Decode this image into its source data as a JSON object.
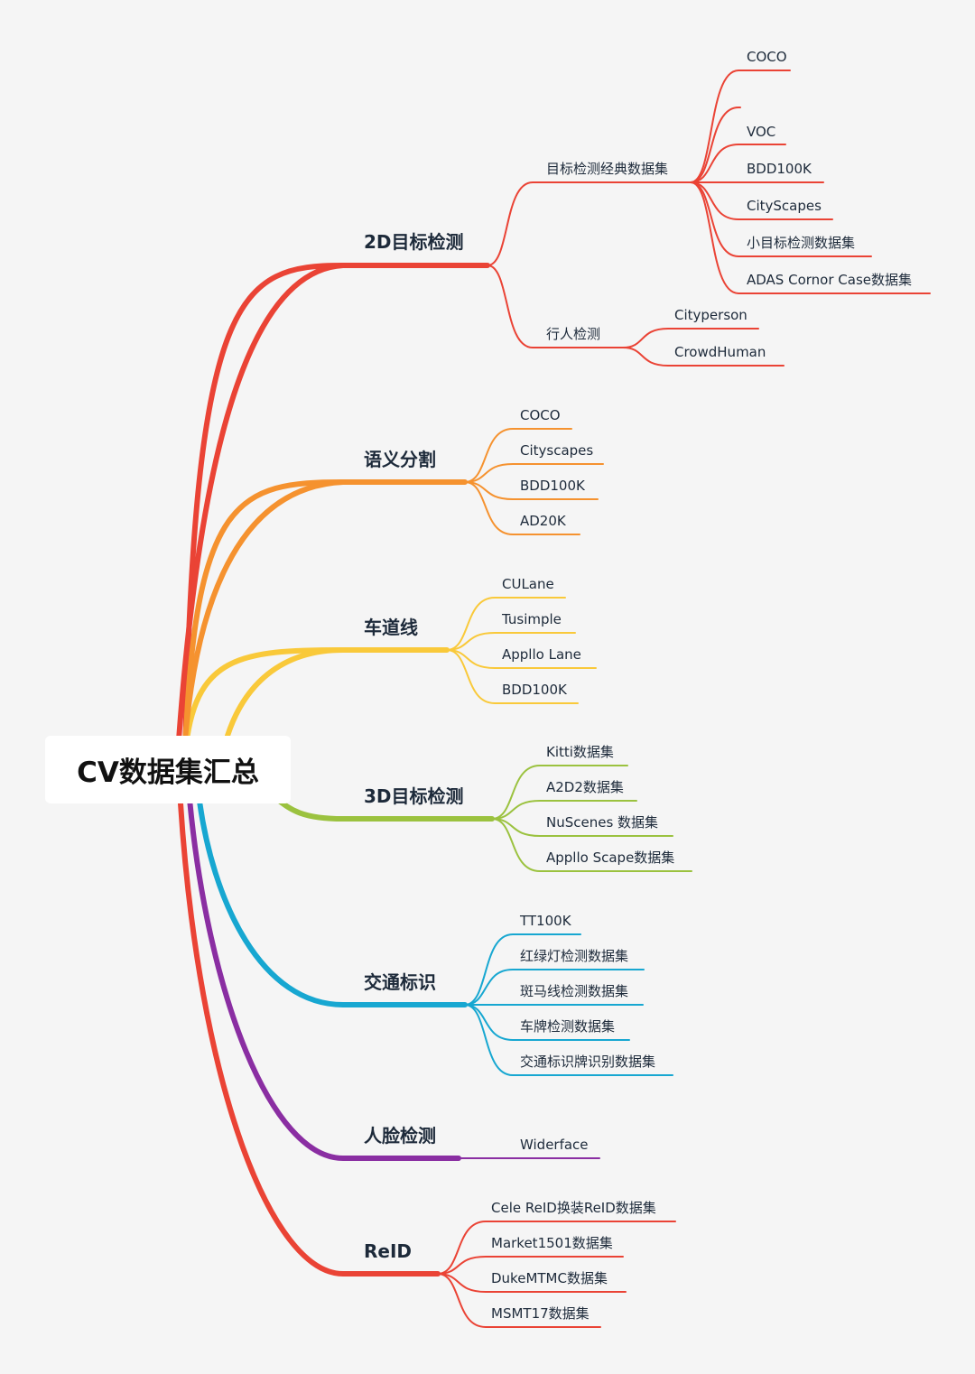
{
  "root": {
    "title": "CV数据集汇总"
  },
  "branches": [
    {
      "title": "2D目标检测",
      "color": "#ea4335",
      "groups": [
        {
          "title": "目标检测经典数据集",
          "items": [
            "COCO",
            "",
            "VOC",
            "BDD100K",
            "CityScapes",
            "小目标检测数据集",
            "ADAS Cornor Case数据集"
          ]
        },
        {
          "title": "行人检测",
          "items": [
            "Cityperson",
            "CrowdHuman"
          ]
        }
      ]
    },
    {
      "title": "语义分割",
      "color": "#f5922f",
      "items": [
        "COCO",
        "Cityscapes",
        "BDD100K",
        "AD20K"
      ]
    },
    {
      "title": "车道线",
      "color": "#f9c93a",
      "items": [
        "CULane",
        "Tusimple",
        "Appllo Lane",
        "BDD100K"
      ]
    },
    {
      "title": "3D目标检测",
      "color": "#9bc23f",
      "items": [
        "Kitti数据集",
        "A2D2数据集",
        "NuScenes 数据集",
        "Appllo Scape数据集"
      ]
    },
    {
      "title": "交通标识",
      "color": "#17a7d1",
      "items": [
        "TT100K",
        "红绿灯检测数据集",
        "斑马线检测数据集",
        "车牌检测数据集",
        "交通标识牌识别数据集"
      ]
    },
    {
      "title": "人脸检测",
      "color": "#8a2ea2",
      "items": [
        "Widerface"
      ]
    },
    {
      "title": "ReID",
      "color": "#ea4335",
      "items": [
        "Cele ReID换装ReID数据集",
        "Market1501数据集",
        "DukeMTMC数据集",
        "MSMT17数据集"
      ]
    }
  ]
}
